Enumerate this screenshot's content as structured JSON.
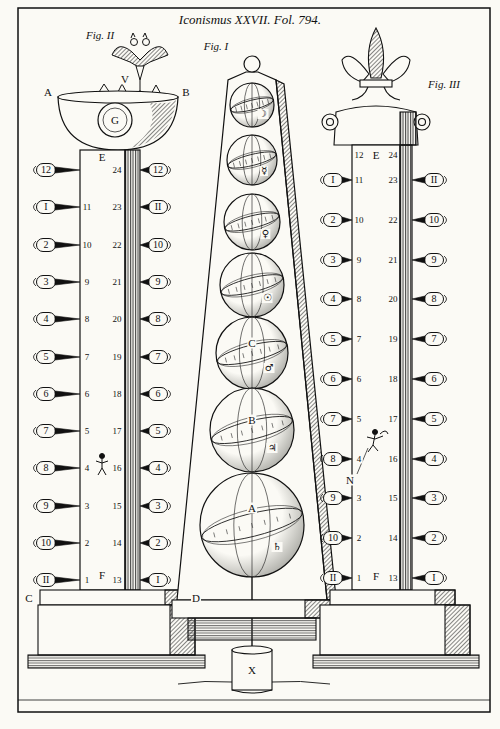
{
  "diagram": {
    "title": "Iconismus XXVII. Fol. 794.",
    "nodes": [
      {
        "text": [
          "12"
        ]
      },
      {
        "text": [
          "I"
        ]
      },
      {
        "text": [
          "2"
        ]
      },
      {
        "text": [
          "3"
        ]
      },
      {
        "text": [
          "4"
        ]
      },
      {
        "text": [
          "5"
        ]
      },
      {
        "text": [
          "6"
        ]
      },
      {
        "text": [
          "7"
        ]
      },
      {
        "text": [
          "8"
        ]
      },
      {
        "text": [
          "9"
        ]
      },
      {
        "text": [
          "10"
        ]
      },
      {
        "text": [
          "II"
        ]
      },
      {
        "text": [
          "12"
        ]
      },
      {
        "text": [
          "II"
        ]
      },
      {
        "text": [
          "10"
        ]
      },
      {
        "text": [
          "9"
        ]
      },
      {
        "text": [
          "8"
        ]
      },
      {
        "text": [
          "7"
        ]
      },
      {
        "text": [
          "6"
        ]
      },
      {
        "text": [
          "5"
        ]
      },
      {
        "text": [
          "4"
        ]
      },
      {
        "text": [
          "3"
        ]
      },
      {
        "text": [
          "2"
        ]
      },
      {
        "text": [
          "I"
        ]
      },
      {
        "text": [
          "I"
        ]
      },
      {
        "text": [
          "2"
        ]
      },
      {
        "text": [
          "3"
        ]
      },
      {
        "text": [
          "4"
        ]
      },
      {
        "text": [
          "5"
        ]
      },
      {
        "text": [
          "6"
        ]
      },
      {
        "text": [
          "7"
        ]
      },
      {
        "text": [
          "8"
        ]
      },
      {
        "text": [
          "9"
        ]
      },
      {
        "text": [
          "10"
        ]
      },
      {
        "text": [
          "II"
        ]
      },
      {
        "text": [
          "II"
        ]
      },
      {
        "text": [
          "10"
        ]
      },
      {
        "text": [
          "9"
        ]
      },
      {
        "text": [
          "8"
        ]
      },
      {
        "text": [
          "7"
        ]
      },
      {
        "text": [
          "6"
        ]
      },
      {
        "text": [
          "5"
        ]
      },
      {
        "text": [
          "4"
        ]
      },
      {
        "text": [
          "3"
        ]
      },
      {
        "text": [
          "2"
        ]
      },
      {
        "text": [
          "I"
        ]
      }
    ],
    "labels": [
      "Fig. II",
      "V",
      "A",
      "B",
      "G",
      "E",
      "F",
      "C",
      "D",
      "Fig. I",
      "C",
      "B",
      "A",
      "X",
      "☽",
      "☿",
      "♀",
      "☉",
      "♂",
      "♃",
      "♄",
      "Fig. III",
      "E",
      "F",
      "N",
      "11",
      "10",
      "9",
      "8",
      "7",
      "6",
      "5",
      "4",
      "3",
      "2",
      "1",
      "24",
      "23",
      "22",
      "21",
      "20",
      "19",
      "18",
      "17",
      "16",
      "15",
      "14",
      "13",
      "12",
      "11",
      "10",
      "9",
      "8",
      "7",
      "6",
      "5",
      "4",
      "3",
      "2",
      "1",
      "24",
      "23",
      "22",
      "21",
      "20",
      "19",
      "18",
      "17",
      "16",
      "15",
      "14",
      "13"
    ]
  }
}
